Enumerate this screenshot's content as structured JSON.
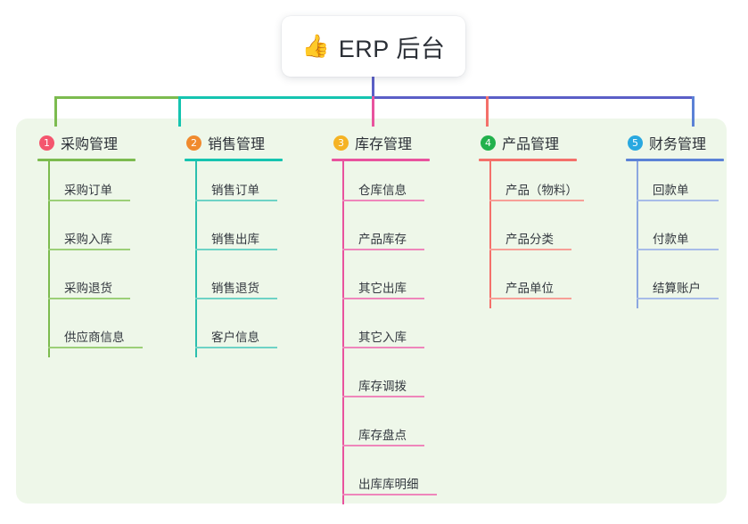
{
  "root": {
    "icon": "thumbs-up-emoji",
    "emoji": "👍",
    "title": "ERP 后台"
  },
  "palette": {
    "panel_bg": "#eef7e9",
    "page_bg": "#ffffff",
    "text": "#2b2f36",
    "trunk": "#5b5fc7",
    "green": "#7cbb4f",
    "teal": "#15c4b0",
    "pink": "#e8539e",
    "salmon": "#f4706a",
    "blue": "#5b82d6",
    "badge1": "#f4566e",
    "badge2": "#f08a2e",
    "badge3": "#f5b324",
    "badge4": "#22b14c",
    "badge5": "#29a8e0"
  },
  "columns": [
    {
      "number": "1",
      "title": "采购管理",
      "badge_color": "#f4566e",
      "line_color": "#7cbb4f",
      "items": [
        {
          "label": "采购订单"
        },
        {
          "label": "采购入库"
        },
        {
          "label": "采购退货"
        },
        {
          "label": "供应商信息"
        }
      ]
    },
    {
      "number": "2",
      "title": "销售管理",
      "badge_color": "#f08a2e",
      "line_color": "#15c4b0",
      "items": [
        {
          "label": "销售订单"
        },
        {
          "label": "销售出库"
        },
        {
          "label": "销售退货"
        },
        {
          "label": "客户信息"
        }
      ]
    },
    {
      "number": "3",
      "title": "库存管理",
      "badge_color": "#f5b324",
      "line_color": "#e8539e",
      "items": [
        {
          "label": "仓库信息"
        },
        {
          "label": "产品库存"
        },
        {
          "label": "其它出库"
        },
        {
          "label": "其它入库"
        },
        {
          "label": "库存调拨"
        },
        {
          "label": "库存盘点"
        },
        {
          "label": "出库库明细"
        }
      ]
    },
    {
      "number": "4",
      "title": "产品管理",
      "badge_color": "#22b14c",
      "line_color": "#f4706a",
      "items": [
        {
          "label": "产品（物料）"
        },
        {
          "label": "产品分类"
        },
        {
          "label": "产品单位"
        }
      ]
    },
    {
      "number": "5",
      "title": "财务管理",
      "badge_color": "#29a8e0",
      "line_color": "#5b82d6",
      "items": [
        {
          "label": "回款单"
        },
        {
          "label": "付款单"
        },
        {
          "label": "结算账户"
        }
      ]
    }
  ]
}
